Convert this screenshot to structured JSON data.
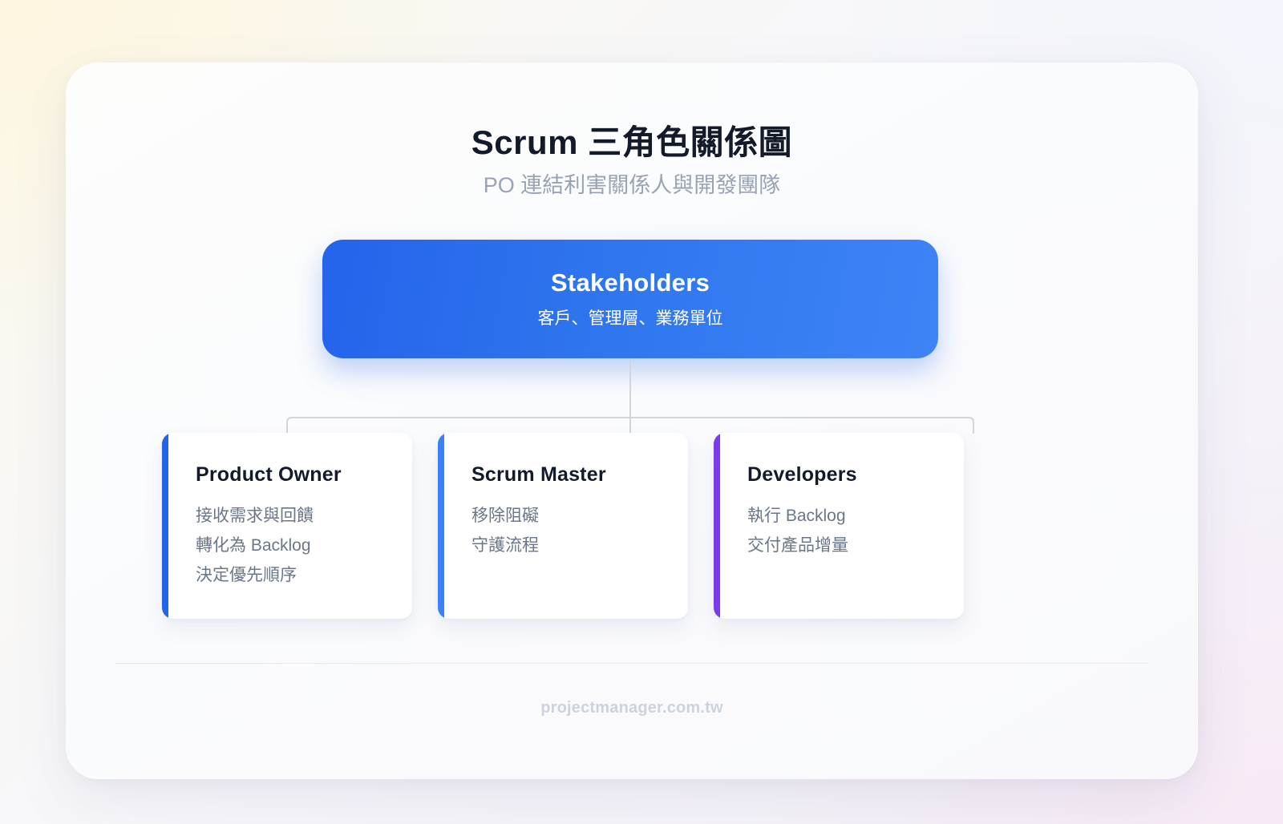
{
  "header": {
    "title": "Scrum 三角色關係圖",
    "subtitle": "PO 連結利害關係人與開發團隊"
  },
  "stakeholders": {
    "title": "Stakeholders",
    "subtitle": "客戶、管理層、業務單位",
    "gradient_from": "#2563eb",
    "gradient_to": "#3e84f7"
  },
  "roles": [
    {
      "title": "Product Owner",
      "accent": "#2563eb",
      "lines": [
        "接收需求與回饋",
        "轉化為 Backlog",
        "決定優先順序"
      ]
    },
    {
      "title": "Scrum Master",
      "accent": "#3b82f6",
      "lines": [
        "移除阻礙",
        "守護流程"
      ]
    },
    {
      "title": "Developers",
      "accent": "#7c3aed",
      "lines": [
        "執行 Backlog",
        "交付產品增量"
      ]
    }
  ],
  "footer": {
    "text": "projectmanager.com.tw"
  },
  "theme": {
    "title_color": "#131a2a",
    "subtitle_color": "#99a3b4",
    "body_color": "#6b7688",
    "connector_color": "#d2d5db",
    "divider_color": "#e8eaef",
    "footer_color": "#ccd3de"
  }
}
